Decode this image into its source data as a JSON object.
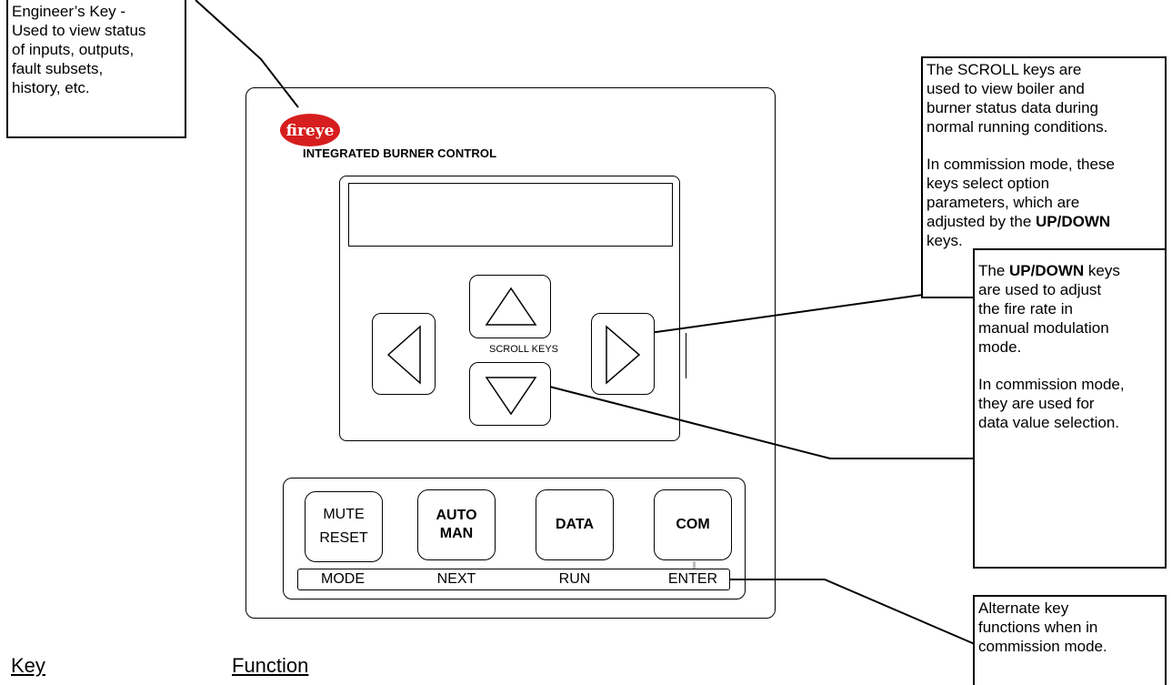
{
  "brand": {
    "logo_text": "fireye",
    "subtitle": "INTEGRATED BURNER CONTROL"
  },
  "colors": {
    "logo_red": "#d71e1e",
    "logo_text": "#ffffff",
    "lines": "#000000",
    "enter_marker": "#bdbdbd"
  },
  "scroll_keys": {
    "label": "SCROLL KEYS",
    "icons": [
      "triangle-up-icon",
      "triangle-down-icon",
      "triangle-left-icon",
      "triangle-right-icon"
    ]
  },
  "buttons": [
    {
      "line1": "MUTE",
      "line2": "RESET",
      "alt": "MODE"
    },
    {
      "line1": "AUTO",
      "line2": "MAN",
      "alt": "NEXT"
    },
    {
      "line1": "DATA",
      "line2": "",
      "alt": "RUN"
    },
    {
      "line1": "COM",
      "line2": "",
      "alt": "ENTER"
    }
  ],
  "callouts": {
    "engineer_key": [
      "Engineer’s Key -",
      "Used to view status",
      "of inputs, outputs,",
      "fault subsets,",
      "history, etc."
    ],
    "scroll": {
      "p1": [
        "The SCROLL keys are",
        "used to view boiler and",
        "burner status data during",
        "normal running conditions."
      ],
      "p2_lines": [
        "In commission mode, these",
        "keys select option",
        "parameters, which are"
      ],
      "p2_last_prefix": "adjusted by the ",
      "p2_last_bold": "UP/DOWN",
      "p2_tail": "keys."
    },
    "updown": {
      "p1_prefix": "The ",
      "p1_bold": "UP/DOWN",
      "p1_suffix": " keys",
      "p1_lines": [
        "are used to adjust",
        "the fire rate in",
        "manual modulation",
        "mode."
      ],
      "p2": [
        "In commission mode,",
        "they are used for",
        "data value selection."
      ]
    },
    "alternate": [
      "Alternate key",
      "functions when in",
      "commission mode."
    ]
  },
  "footer": {
    "key": "Key",
    "function": "Function"
  }
}
